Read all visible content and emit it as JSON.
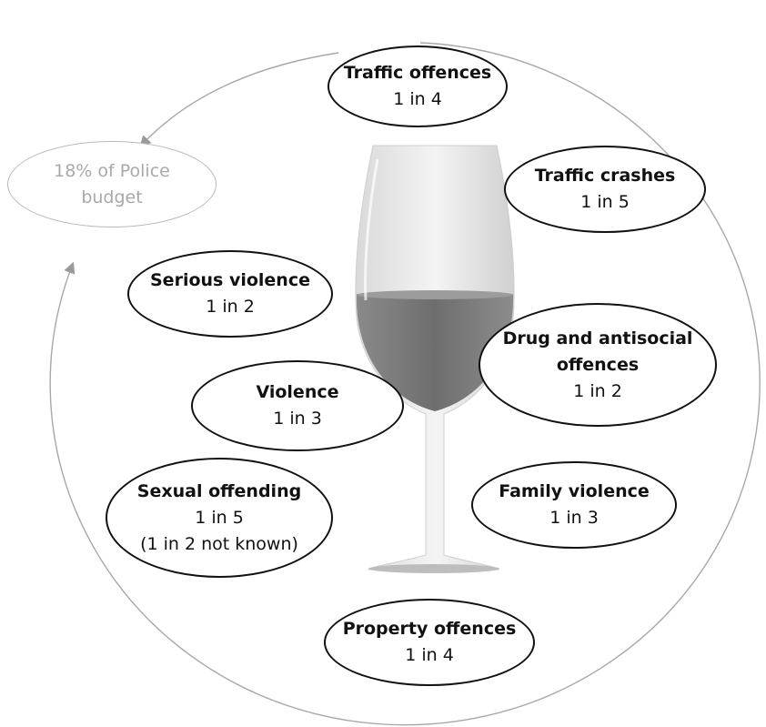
{
  "diagram": {
    "budget_node": {
      "line1": "18% of Police",
      "line2": "budget"
    },
    "offences": [
      {
        "title": "Traffic offences",
        "stat": "1 in 4",
        "note": ""
      },
      {
        "title": "Traffic crashes",
        "stat": "1 in 5",
        "note": ""
      },
      {
        "title": "Serious violence",
        "stat": "1 in 2",
        "note": ""
      },
      {
        "title": "Drug and antisocial",
        "title2": "offences",
        "stat": "1 in 2",
        "note": ""
      },
      {
        "title": "Violence",
        "stat": "1 in 3",
        "note": ""
      },
      {
        "title": "Family violence",
        "stat": "1 in 3",
        "note": ""
      },
      {
        "title": "Sexual offending",
        "stat": "1 in 5",
        "note": "(1 in 2 not known)"
      },
      {
        "title": "Property offences",
        "stat": "1 in 4",
        "note": ""
      }
    ],
    "colors": {
      "outline": "#111111",
      "faded_outline": "#b8b8b8",
      "faded_text": "#a9a9a9",
      "arrow": "#9a9a9a",
      "wine": "#7a7a7a"
    }
  }
}
